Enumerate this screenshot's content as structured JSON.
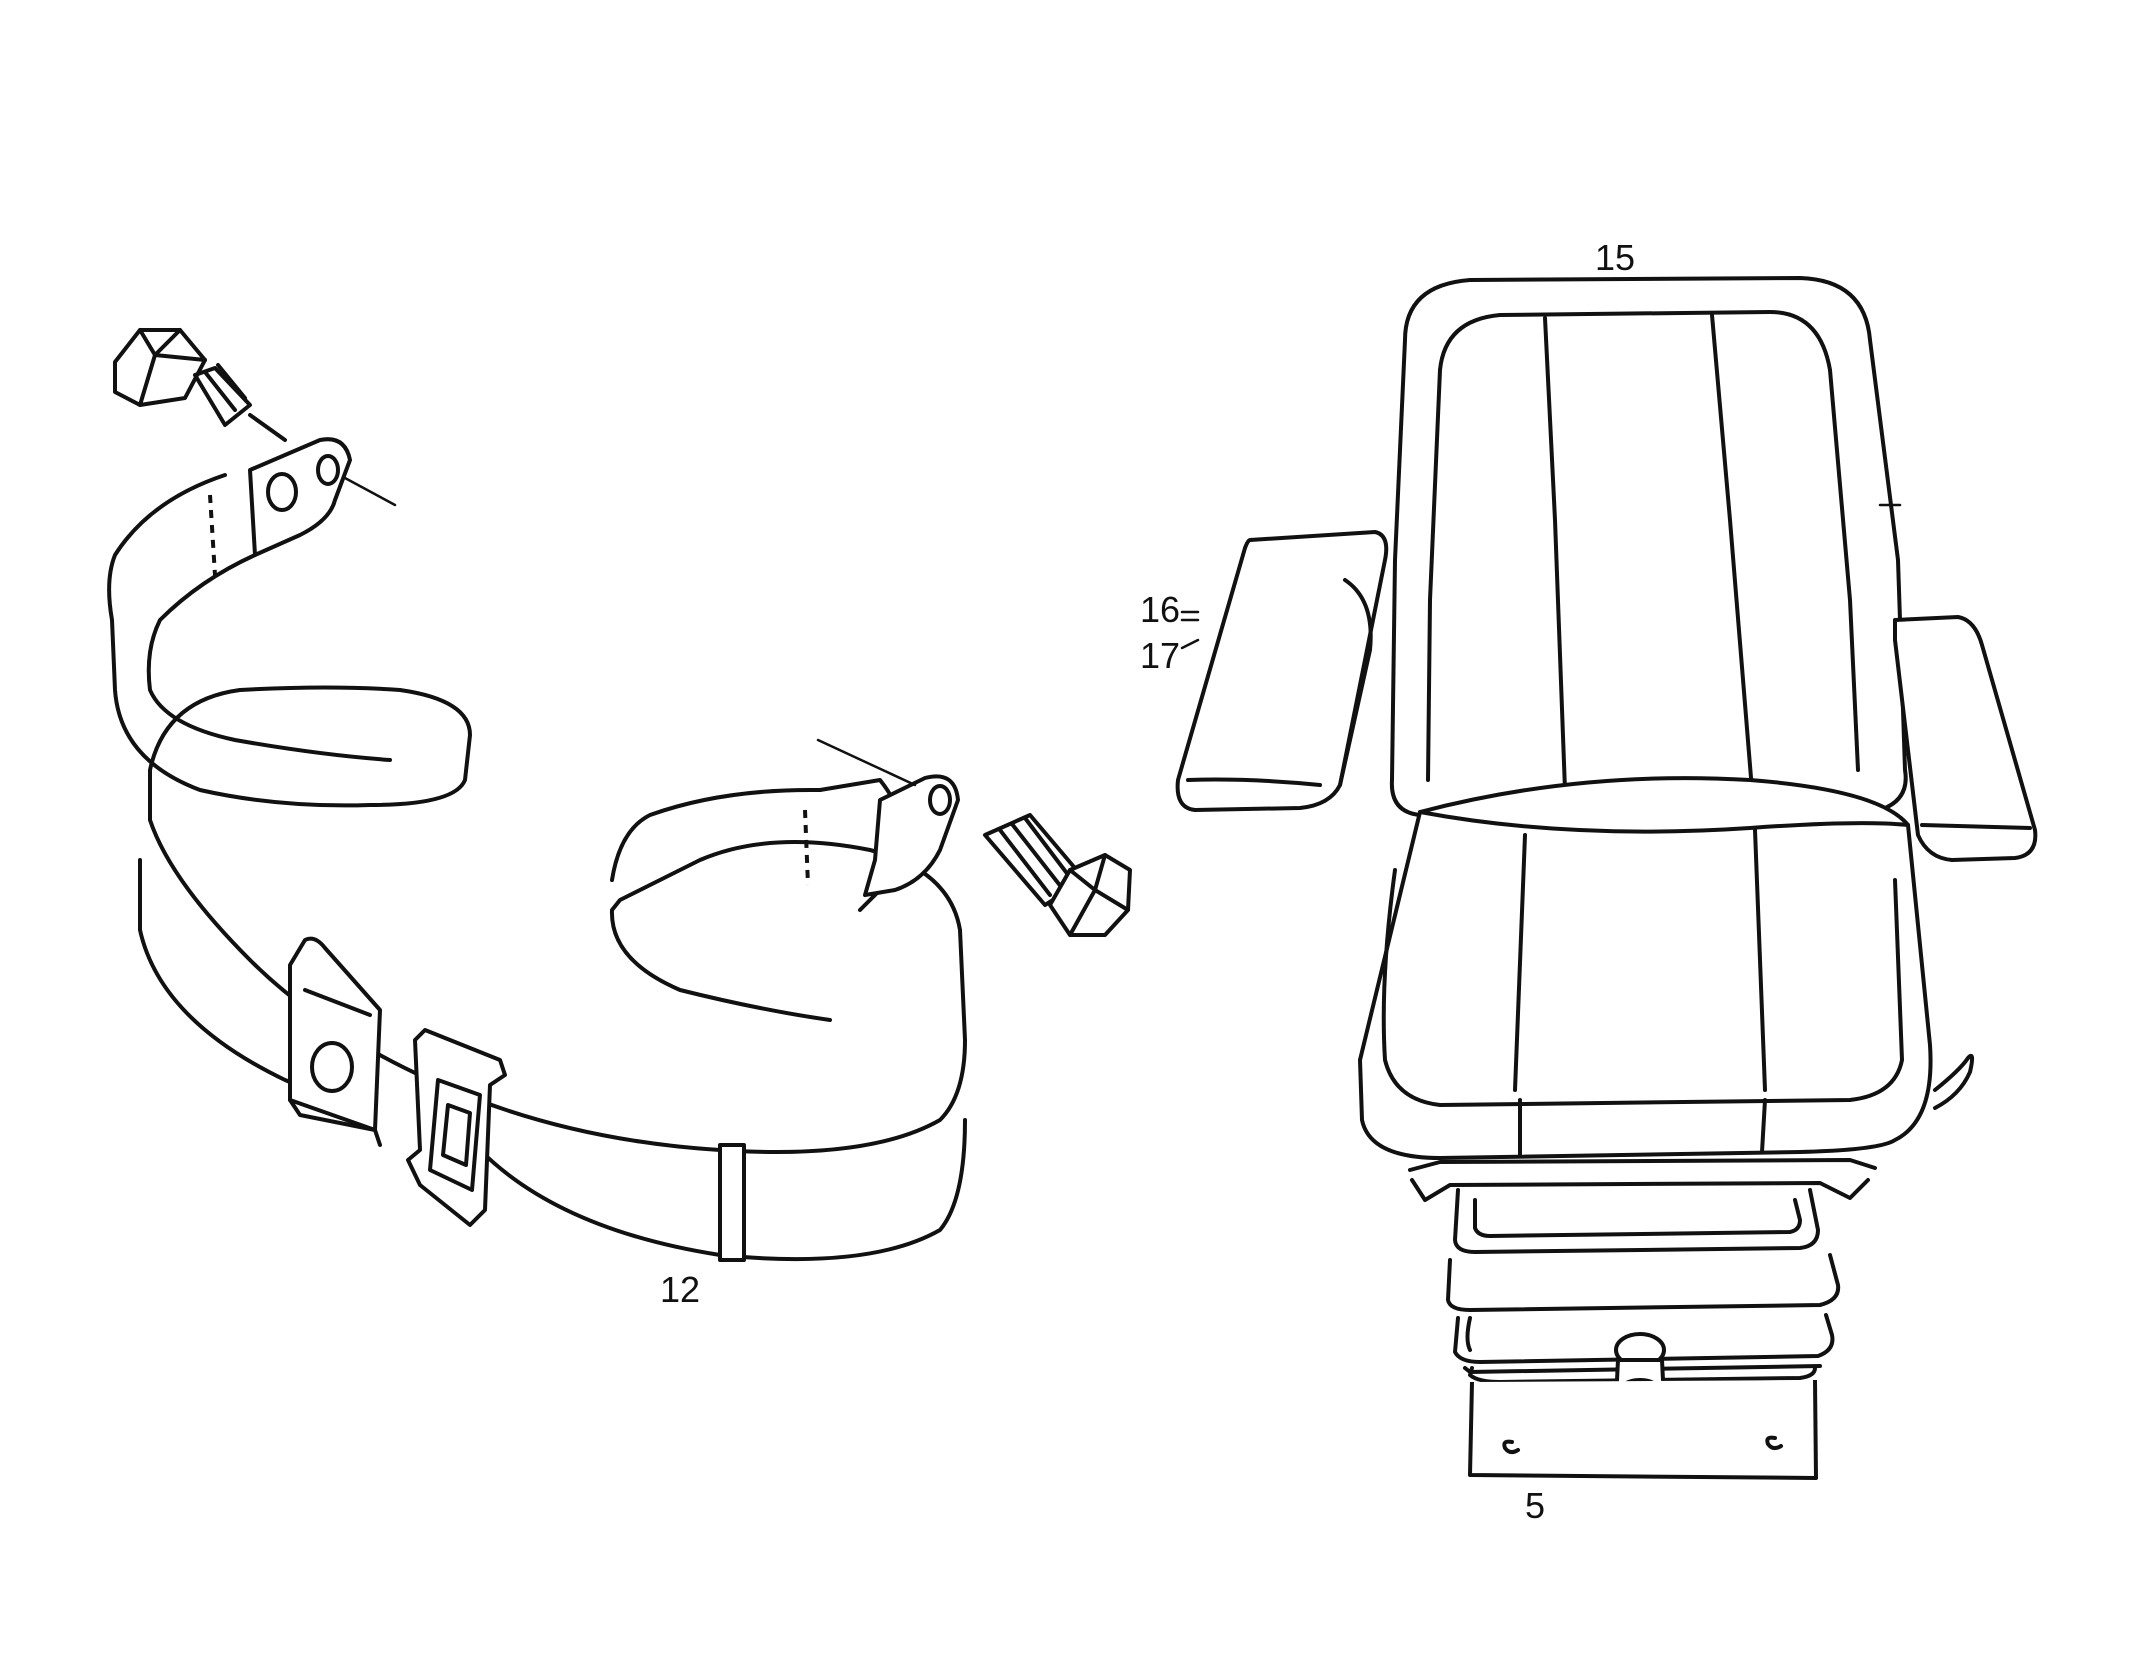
{
  "callouts": {
    "seat_belt": "12",
    "seat_back": "15",
    "armrest_a": "16",
    "armrest_b": "17",
    "seat_base": "5"
  },
  "colors": {
    "ink": "#111111",
    "paper": "#ffffff"
  }
}
